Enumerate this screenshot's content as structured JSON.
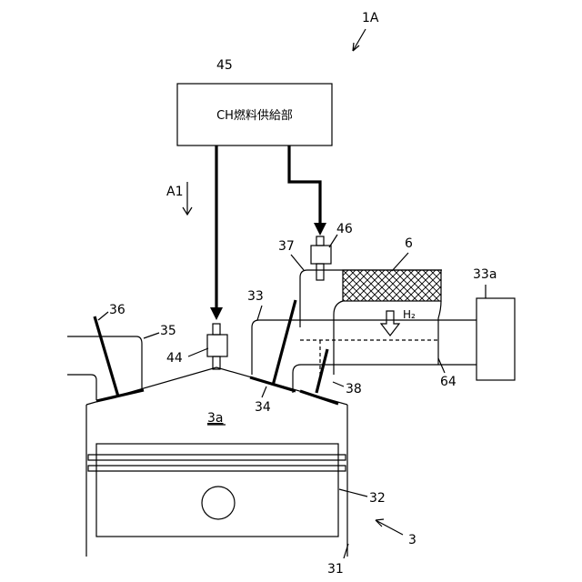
{
  "figure": {
    "figure_label": "1A",
    "supply_unit": {
      "number": "45",
      "text": "CH燃料供給部"
    },
    "direction_arrow": {
      "label": "A1"
    },
    "injector_cylinder": {
      "number": "44"
    },
    "injector_port": {
      "number": "46"
    },
    "reformer": {
      "number": "6"
    },
    "hydrogen_flow": {
      "label": "H₂"
    },
    "intake_port_end": {
      "number": "33a"
    },
    "intake_port": {
      "number": "33"
    },
    "intake_passage_wall": {
      "number": "37"
    },
    "partition": {
      "number": "64"
    },
    "intake_valve": {
      "number": "34"
    },
    "valve_38": {
      "number": "38"
    },
    "exhaust_valve": {
      "number": "36"
    },
    "exhaust_port": {
      "number": "35"
    },
    "combustion_chamber": {
      "number": "3a"
    },
    "piston": {
      "number": "32"
    },
    "cylinder": {
      "number": "31"
    },
    "engine": {
      "number": "3"
    }
  },
  "colors": {
    "stroke": "#000000",
    "background": "#ffffff"
  }
}
